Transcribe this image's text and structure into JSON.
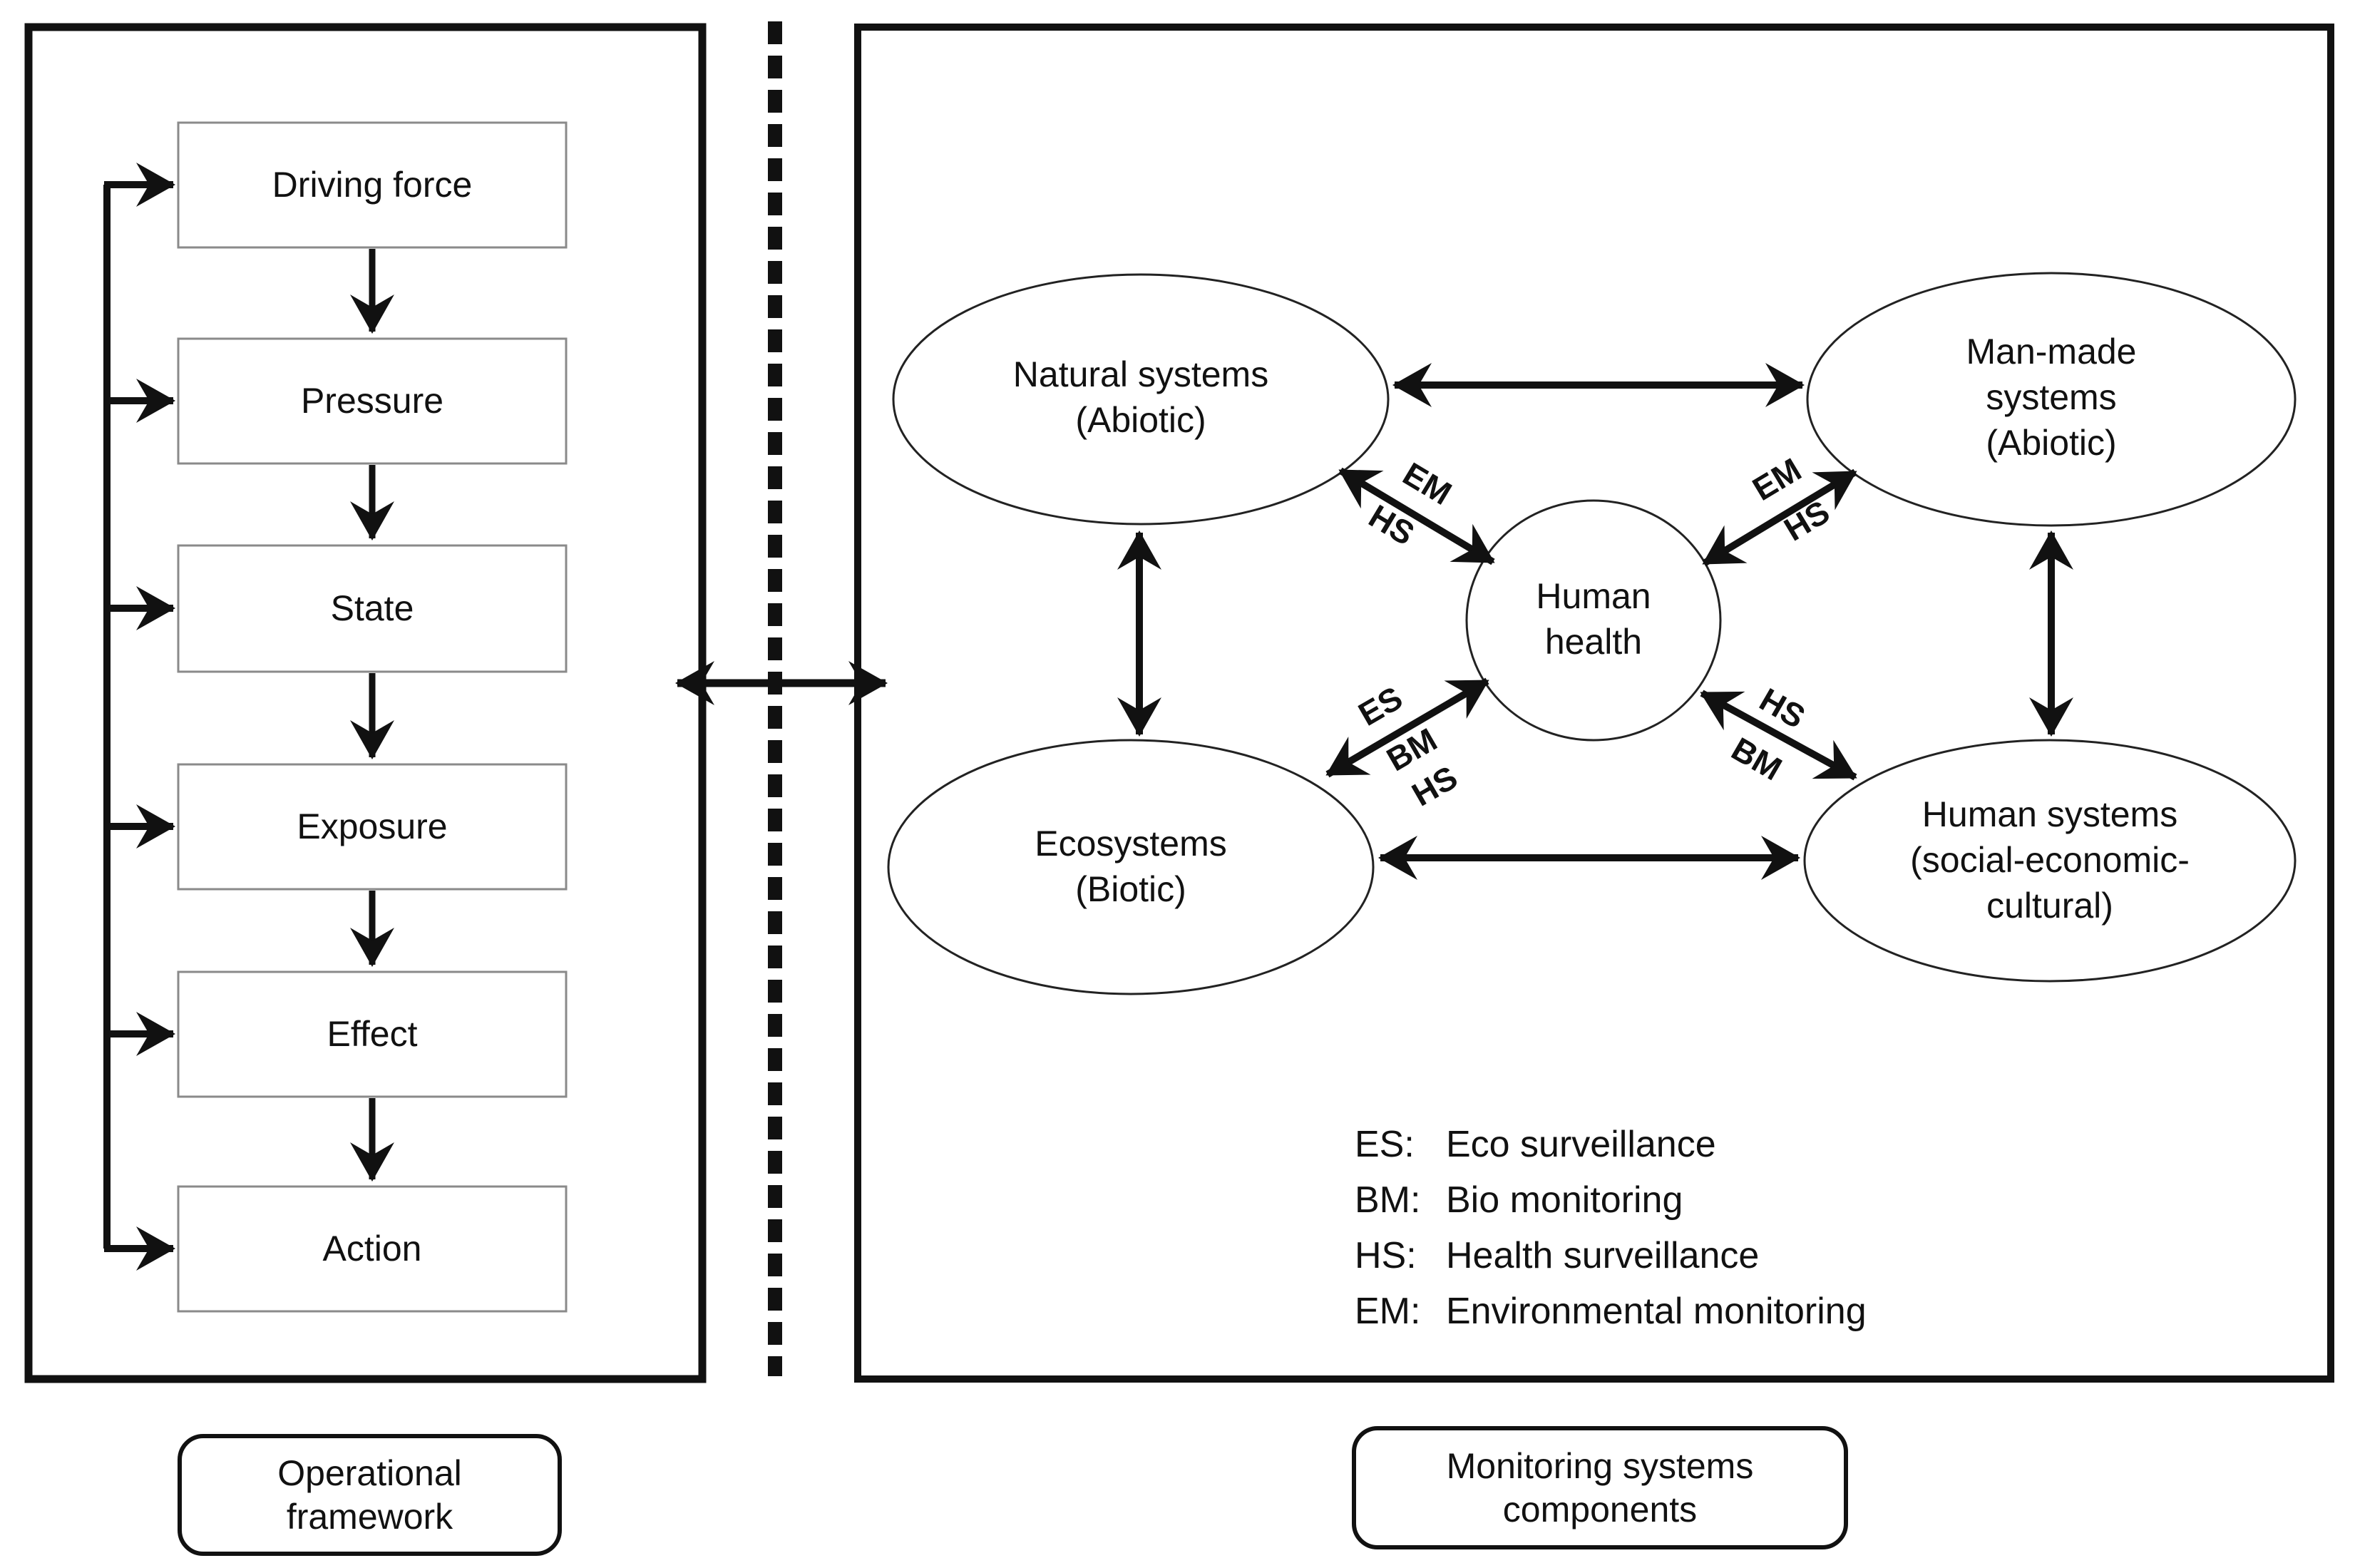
{
  "left_panel": {
    "label": "Operational\nframework",
    "boxes": [
      "Driving force",
      "Pressure",
      "State",
      "Exposure",
      "Effect",
      "Action"
    ]
  },
  "right_panel": {
    "label": "Monitoring systems\ncomponents",
    "nodes": {
      "natural_systems": "Natural systems\n(Abiotic)",
      "man_made_systems": "Man-made systems\n(Abiotic)",
      "human_health": "Human\nhealth",
      "ecosystems": "Ecosystems\n(Biotic)",
      "human_systems": "Human systems\n(social-economic-\ncultural)"
    },
    "edge_labels": {
      "natural_to_health": [
        "EM",
        "HS"
      ],
      "manmade_to_health": [
        "EM",
        "HS"
      ],
      "ecosystems_to_health": [
        "ES",
        "BM",
        "HS"
      ],
      "humansystems_to_health": [
        "HS",
        "BM"
      ]
    },
    "legend": [
      {
        "key": "ES:",
        "text": "Eco surveillance"
      },
      {
        "key": "BM:",
        "text": "Bio monitoring"
      },
      {
        "key": "HS:",
        "text": "Health surveillance"
      },
      {
        "key": "EM:",
        "text": "Environmental monitoring"
      }
    ]
  },
  "colors": {
    "ink": "#111111",
    "box_border": "#8a8a8a",
    "background": "#ffffff"
  }
}
